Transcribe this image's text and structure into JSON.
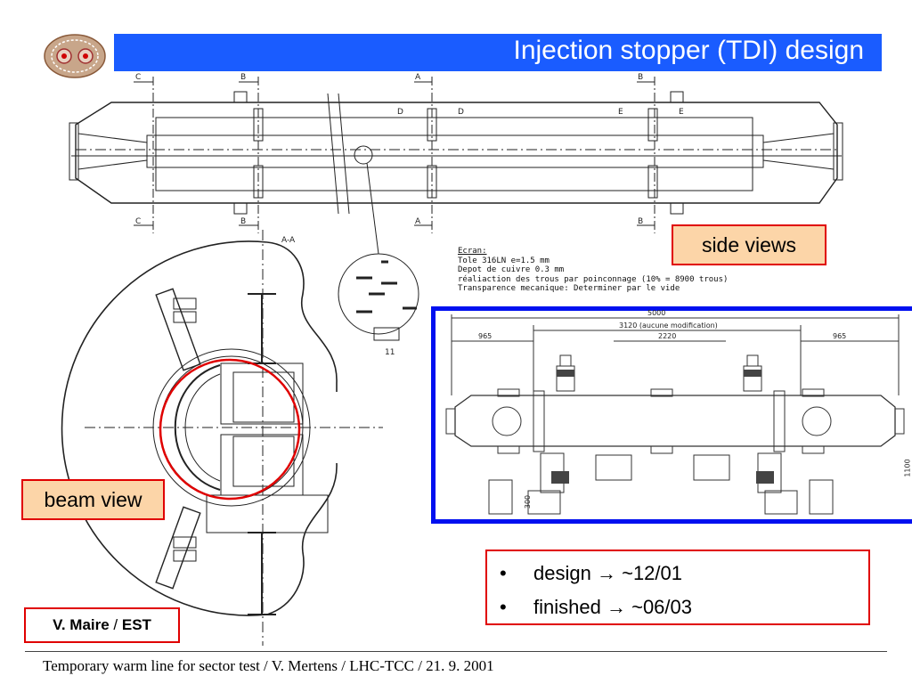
{
  "header": {
    "title": "Injection stopper (TDI) design"
  },
  "callouts": {
    "side_views": "side views",
    "beam_view": "beam view"
  },
  "bullets": [
    {
      "label": "design",
      "arrow": "→",
      "value": "~12/01"
    },
    {
      "label": "finished",
      "arrow": "→",
      "value": "~06/03"
    }
  ],
  "bullet_marker": "•",
  "author": {
    "name": "V. Maire",
    "sep": " / ",
    "group": "EST"
  },
  "footer": {
    "text": "Temporary warm line for sector test / V. Mertens / LHC-TCC / 21. 9. 2001"
  },
  "drawing_notes": {
    "title": "Ecran:",
    "lines": [
      "Tole 316LN e=1.5 mm",
      "Depot de cuivre 0.3 mm",
      "réaliaction des trous par poinconnage (10% = 8900 trous)",
      "Transparence mecanique: Determiner par le vide"
    ]
  },
  "section_marks": {
    "c": "C",
    "b": "B",
    "a": "A",
    "d": "D",
    "e": "E",
    "aa": "A-A"
  },
  "dimensions": {
    "total": "5000",
    "middle": "3120 (aucune modification)",
    "left": "965",
    "center": "2220",
    "right": "965",
    "height": "1100",
    "base": "300",
    "detail": "11"
  },
  "colors": {
    "title_bar": "#1a5cff",
    "callout_fill": "#fcd5a8",
    "callout_border": "#e00000",
    "frame_blue": "#0010f0"
  }
}
